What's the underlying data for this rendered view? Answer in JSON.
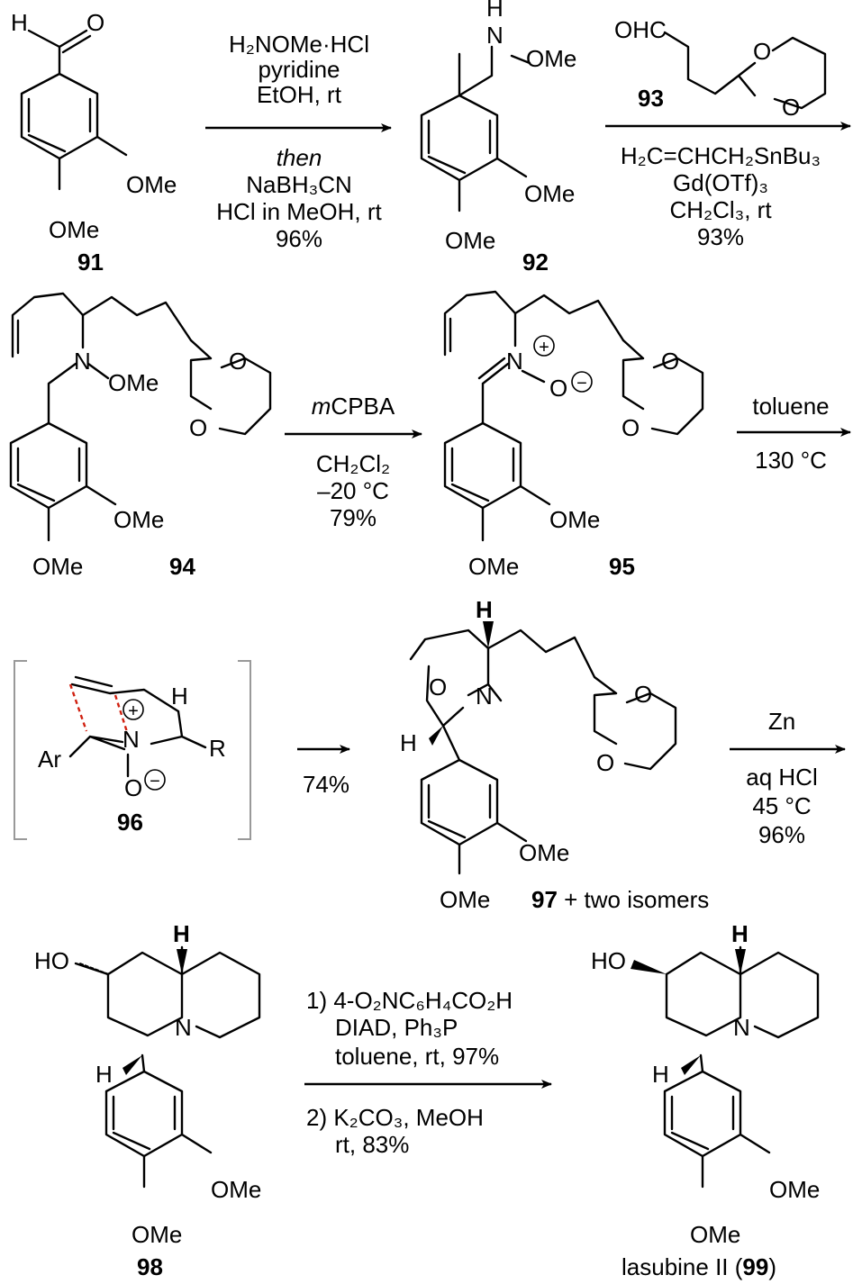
{
  "compounds": {
    "c91": {
      "label": "91",
      "aldehyde_H": "H",
      "aldehyde_O": "O",
      "ome_meta": "OMe",
      "ome_para": "OMe"
    },
    "c92": {
      "label": "92",
      "nh": "H",
      "n": "N",
      "ome_n": "OMe",
      "ome_meta": "OMe",
      "ome_para": "OMe"
    },
    "c93": {
      "label": "93",
      "cho": "OHC",
      "o1": "O",
      "o2": "O"
    },
    "c94": {
      "label": "94",
      "n": "N",
      "ome_n": "OMe",
      "o1": "O",
      "o2": "O",
      "ome_meta": "OMe",
      "ome_para": "OMe"
    },
    "c95": {
      "label": "95",
      "n": "N",
      "n_charge": "+",
      "o_minus": "O",
      "o_charge": "−",
      "o1": "O",
      "o2": "O",
      "ome_meta": "OMe",
      "ome_para": "OMe"
    },
    "c96": {
      "label": "96",
      "ar": "Ar",
      "n": "N",
      "n_charge": "+",
      "o": "O",
      "o_charge": "−",
      "h": "H",
      "r": "R"
    },
    "c97": {
      "label": "97",
      "suffix": " + two isomers",
      "h_top": "H",
      "o": "O",
      "n": "N",
      "h_left": "H",
      "o1": "O",
      "o2": "O",
      "ome_meta": "OMe",
      "ome_para": "OMe"
    },
    "c98": {
      "label": "98",
      "ho": "HO",
      "h_top": "H",
      "n": "N",
      "h_left": "H",
      "ome_meta": "OMe",
      "ome_para": "OMe"
    },
    "c99": {
      "name_prefix": "lasubine II (",
      "label": "99",
      "name_suffix": ")",
      "ho": "HO",
      "h_top": "H",
      "n": "N",
      "h_left": "H",
      "ome_meta": "OMe",
      "ome_para": "OMe"
    }
  },
  "steps": {
    "s1": {
      "above": [
        "H₂NOMe·HCl",
        "pyridine",
        "EtOH, rt"
      ],
      "below_italic": "then",
      "below": [
        "NaBH₃CN",
        "HCl in MeOH, rt",
        "96%"
      ]
    },
    "s2": {
      "reagent_ref": "93",
      "below": [
        "H₂C=CHCH₂SnBu₃",
        "Gd(OTf)₃",
        "CH₂Cl₃, rt",
        "93%"
      ]
    },
    "s3": {
      "above_italic": "m",
      "above": "CPBA",
      "below": [
        "CH₂Cl₂",
        "–20 °C",
        "79%"
      ]
    },
    "s4": {
      "above": "toluene",
      "below": "130 °C"
    },
    "s5": {
      "below": "74%"
    },
    "s6": {
      "above": "Zn",
      "below": [
        "aq HCl",
        "45 °C",
        "96%"
      ]
    },
    "s7": {
      "lines": [
        "1) 4-O₂NC₆H₄CO₂H",
        "DIAD, Ph₃P",
        "toluene, rt, 97%",
        "2) K₂CO₃, MeOH",
        "rt, 83%"
      ]
    }
  }
}
